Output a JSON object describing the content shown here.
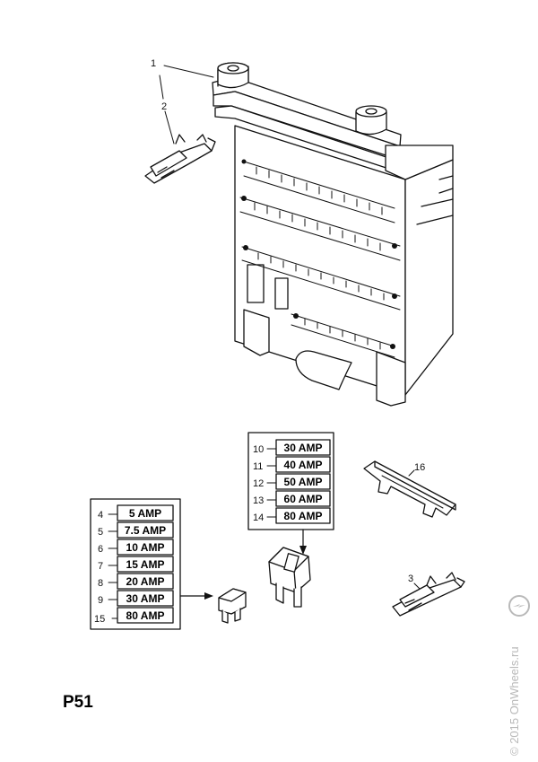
{
  "page_code": "P51",
  "watermark": "© 2015 OnWheels.ru",
  "callouts": {
    "c1": "1",
    "c2": "2",
    "c3": "3",
    "c16": "16"
  },
  "mini_fuses": [
    {
      "ref": "4",
      "rating": "5 AMP"
    },
    {
      "ref": "5",
      "rating": "7.5 AMP"
    },
    {
      "ref": "6",
      "rating": "10 AMP"
    },
    {
      "ref": "7",
      "rating": "15 AMP"
    },
    {
      "ref": "8",
      "rating": "20 AMP"
    },
    {
      "ref": "9",
      "rating": "30 AMP"
    },
    {
      "ref": "15",
      "rating": "80 AMP"
    }
  ],
  "maxi_fuses": [
    {
      "ref": "10",
      "rating": "30 AMP"
    },
    {
      "ref": "11",
      "rating": "40 AMP"
    },
    {
      "ref": "12",
      "rating": "50 AMP"
    },
    {
      "ref": "13",
      "rating": "60 AMP"
    },
    {
      "ref": "14",
      "rating": "80 AMP"
    }
  ],
  "colors": {
    "line": "#111111",
    "watermark": "#b9b9b9"
  }
}
